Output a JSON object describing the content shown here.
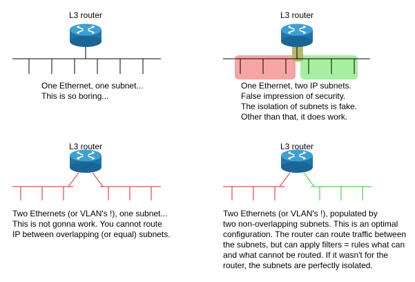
{
  "panels": [
    {
      "id": "p1",
      "router_label": "L3 router",
      "caption": [
        "One Ethernet, one subnet...",
        "This is so boring..."
      ]
    },
    {
      "id": "p2",
      "router_label": "L3 router",
      "caption": [
        "One Ethernet, two IP subnets.",
        "False impression of security.",
        "The isolation of subnets is fake.",
        "Other than that, it does work."
      ]
    },
    {
      "id": "p3",
      "router_label": "L3 router",
      "caption": [
        "Two Ethernets (or VLAN's !), one subnet...",
        "This is not gonna work. You cannot route",
        "IP between overlapping (or equal) subnets."
      ]
    },
    {
      "id": "p4",
      "router_label": "L3 router",
      "caption": [
        "Two Ethernets (or VLAN's !), populated by",
        "two non-overlapping subnets. This is an optimal",
        "configuration. The router can route traffic between",
        "the subnets, but can apply filters = rules what can",
        "and what cannot be routed. If it wasn't for the",
        "router, the subnets are perfectly isolated."
      ]
    }
  ],
  "colors": {
    "router_body": "#1f74a8",
    "router_top": "#3d9fd3",
    "ethernet_black": "#000000",
    "ethernet_red": "#e02020",
    "ethernet_green": "#22cc22",
    "subnet_red_fill": "#f6a5a5",
    "subnet_green_fill": "#a7efa0",
    "subnet_overlap_fill": "#b5b86a"
  },
  "icons": [
    "router-icon"
  ]
}
